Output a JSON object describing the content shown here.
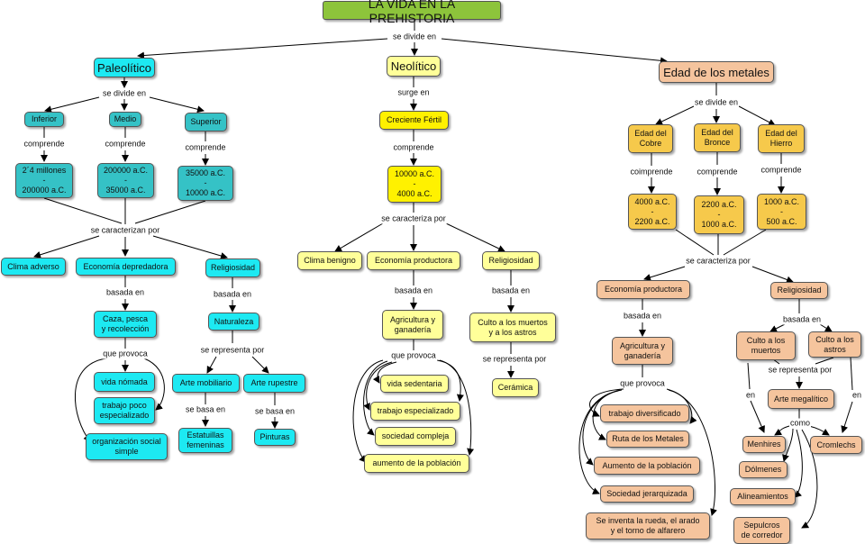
{
  "title": "LA VIDA EN LA PREHISTORIA",
  "links": {
    "se_divide_en_top": "se divide en",
    "pal_divide": "se divide en",
    "pal_comprende_1": "comprende",
    "pal_comprende_2": "comprende",
    "pal_comprende_3": "comprende",
    "pal_caracterizan": "se caracterizan por",
    "pal_basada_1": "basada en",
    "pal_basada_2": "basada en",
    "pal_provoca": "que provoca",
    "pal_representa": "se representa por",
    "pal_basa_1": "se basa en",
    "pal_basa_2": "se basa en",
    "neo_surge": "surge en",
    "neo_comprende": "comprende",
    "neo_caracteriza": "se caracteriza por",
    "neo_basada_1": "basada en",
    "neo_basada_2": "basada en",
    "neo_provoca": "que provoca",
    "neo_representa": "se representa por",
    "met_divide": "se divide en",
    "met_coimprende": "coimprende",
    "met_comprende_2": "comprende",
    "met_comprende_3": "comprende",
    "met_caracteriza": "se caracteriza por",
    "met_basada_1": "basada en",
    "met_basada_2": "basada en",
    "met_provoca": "que provoca",
    "met_representa": "se representa por",
    "met_en_1": "en",
    "met_en_2": "en",
    "met_como": "como"
  },
  "nodes": {
    "paleolitico": "Paleolítico",
    "neolitico": "Neolítico",
    "metales": "Edad de los metales",
    "inferior": "Inferior",
    "medio": "Medio",
    "superior": "Superior",
    "pal_fecha_1": "2´4 millones\n-\n200000 a.C.",
    "pal_fecha_2": "200000 a.C.\n-\n35000 a.C.",
    "pal_fecha_3": "35000 a.C.\n-\n10000 a.C.",
    "clima_adverso": "Clima adverso",
    "economia_depredadora": "Economía depredadora",
    "pal_religiosidad": "Religiosidad",
    "caza": "Caza, pesca\ny recolección",
    "naturaleza": "Naturaleza",
    "vida_nomada": "vida nómada",
    "trabajo_poco": "trabajo poco\nespecializado",
    "organizacion": "organización social\nsimple",
    "arte_mobiliario": "Arte mobiliario",
    "arte_rupestre": "Arte rupestre",
    "estatuillas": "Estatuillas\nfemeninas",
    "pinturas": "Pinturas",
    "creciente": "Creciente Fértil",
    "neo_fecha": "10000 a.C.\n-\n4000 a.C.",
    "clima_benigno": "Clima benigno",
    "neo_economia": "Economía productora",
    "neo_religiosidad": "Religiosidad",
    "neo_agricultura": "Agricultura y\nganadería",
    "culto_muertos_astros": "Culto a los muertos\ny a los astros",
    "vida_sedentaria": "vida sedentaria",
    "trabajo_especializado": "trabajo especializado",
    "sociedad_compleja": "sociedad compleja",
    "neo_aumento": "aumento de la población",
    "ceramica": "Cerámica",
    "cobre": "Edad del\nCobre",
    "bronce": "Edad del\nBronce",
    "hierro": "Edad del\nHierro",
    "met_fecha_1": "4000 a.C.\n-\n2200 a.C.",
    "met_fecha_2": "2200 a.C.\n-\n1000 a.C.",
    "met_fecha_3": "1000 a.C.\n-\n500 a.C.",
    "met_economia": "Economía productora",
    "met_religiosidad": "Religiosidad",
    "met_agricultura": "Agricultura y\nganadería",
    "culto_muertos": "Culto a los\nmuertos",
    "culto_astros": "Culto a los\nastros",
    "trabajo_diversificado": "trabajo diversificado",
    "ruta_metales": "Ruta de los Metales",
    "met_aumento": "Aumento de la población",
    "sociedad_jerarquizada": "Sociedad jerarquizada",
    "rueda": "Se inventa la rueda, el arado\ny el torno de alfarero",
    "arte_megalitico": "Arte megalítico",
    "menhires": "Menhires",
    "cromlechs": "Cromlechs",
    "dolmenes": "Dólmenes",
    "alineamientos": "Alineamientos",
    "sepulcros": "Sepulcros\nde corredor"
  },
  "colors": {
    "title": "#8dc43b",
    "paleolitico": "#1de9f2",
    "paleolitico_sub": "#35c2c6",
    "neolitico_main": "#ffff99",
    "neolitico_accent": "#fff100",
    "metales_sub": "#f6c94b",
    "metales_main": "#f5c49d"
  }
}
